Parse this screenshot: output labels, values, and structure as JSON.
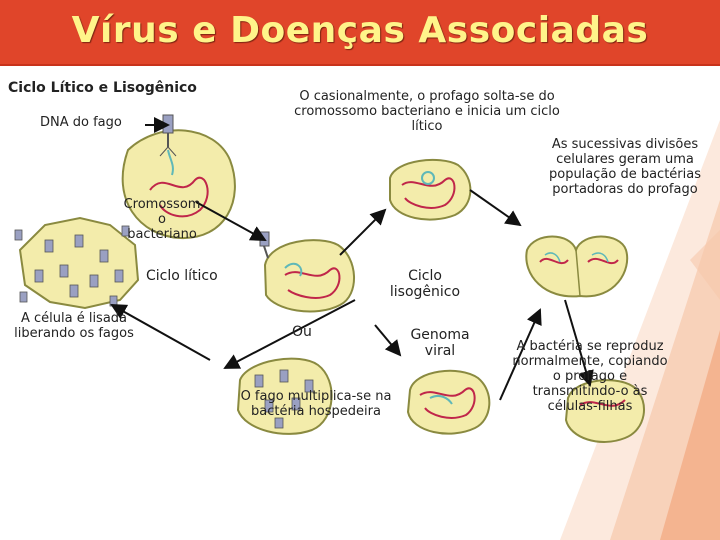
{
  "title": "Vírus e Doenças Associadas",
  "subtitle": "Ciclo Lítico e Lisogênico",
  "labels": {
    "dna_fago": "DNA do fago",
    "cromossomo": [
      "Cromossom",
      "o",
      "bacteriano"
    ],
    "ciclo_litico": "Ciclo lítico",
    "ciclo_lisogenico": [
      "Ciclo",
      "lisogênico"
    ],
    "ou": "Ou",
    "genoma_viral": [
      "Genoma",
      "viral"
    ],
    "celula_lisada": [
      "A célula é lisada",
      "liberando os fagos"
    ],
    "fago_multiplica": [
      "O fago multiplica-se na",
      "bactéria hospedeira"
    ],
    "profago_solta": [
      "O casionalmente, o profago solta-se do",
      "cromossomo bacteriano e inicia um ciclo",
      "lítico"
    ],
    "divisoes": [
      "As sucessivas divisões",
      "celulares geram uma",
      "população de bactérias",
      "portadoras do profago"
    ],
    "bacteria_reproduz": [
      "A bactéria se reproduz",
      "normalmente, copiando",
      "o profago e",
      "transmitindo-o às",
      "células-filhas"
    ]
  },
  "colors": {
    "title_bg": "#e0452a",
    "title_text": "#fff48a",
    "cell_fill": "#f3ecab",
    "cell_outline": "#8a8a40",
    "dna_red": "#c0264a",
    "dna_teal": "#5fb8b8",
    "phage": "#9aa0c2",
    "accent_orange": "#f0a070"
  },
  "icons": [
    "bacteriophage-icon",
    "bacterium-cell-icon",
    "arrow-icon"
  ]
}
